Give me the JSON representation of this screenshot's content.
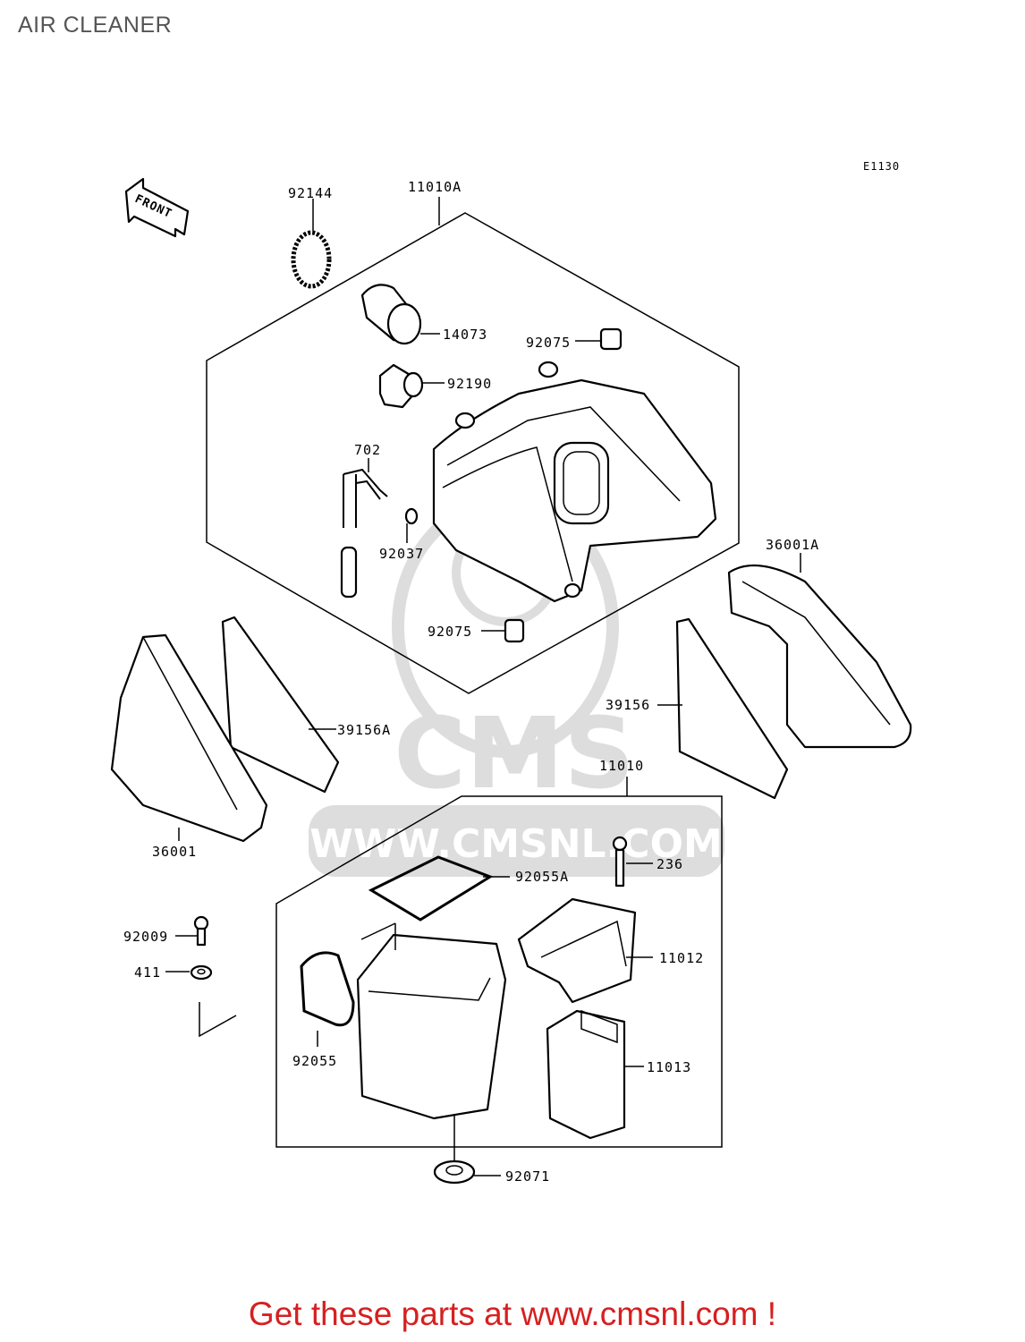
{
  "page": {
    "title": "AIR CLEANER"
  },
  "diagram": {
    "code": "E1130",
    "front_arrow_label": "FRONT",
    "watermark": {
      "logo_text": "CMS",
      "url_text": "WWW.CMSNL.COM"
    },
    "parts": [
      {
        "id": "p-92144",
        "label": "92144"
      },
      {
        "id": "p-11010A",
        "label": "11010A"
      },
      {
        "id": "p-14073",
        "label": "14073"
      },
      {
        "id": "p-92075-top",
        "label": "92075"
      },
      {
        "id": "p-92190",
        "label": "92190"
      },
      {
        "id": "p-702",
        "label": "702"
      },
      {
        "id": "p-92037",
        "label": "92037"
      },
      {
        "id": "p-92075-bottom",
        "label": "92075"
      },
      {
        "id": "p-36001A",
        "label": "36001A"
      },
      {
        "id": "p-39156A",
        "label": "39156A"
      },
      {
        "id": "p-39156",
        "label": "39156"
      },
      {
        "id": "p-36001",
        "label": "36001"
      },
      {
        "id": "p-11010",
        "label": "11010"
      },
      {
        "id": "p-236",
        "label": "236"
      },
      {
        "id": "p-92055A",
        "label": "92055A"
      },
      {
        "id": "p-92009",
        "label": "92009"
      },
      {
        "id": "p-411",
        "label": "411"
      },
      {
        "id": "p-11012",
        "label": "11012"
      },
      {
        "id": "p-92055",
        "label": "92055"
      },
      {
        "id": "p-11013",
        "label": "11013"
      },
      {
        "id": "p-92071",
        "label": "92071"
      }
    ]
  },
  "footer": {
    "text": "Get these parts at www.cmsnl.com !",
    "color": "#d62020"
  }
}
